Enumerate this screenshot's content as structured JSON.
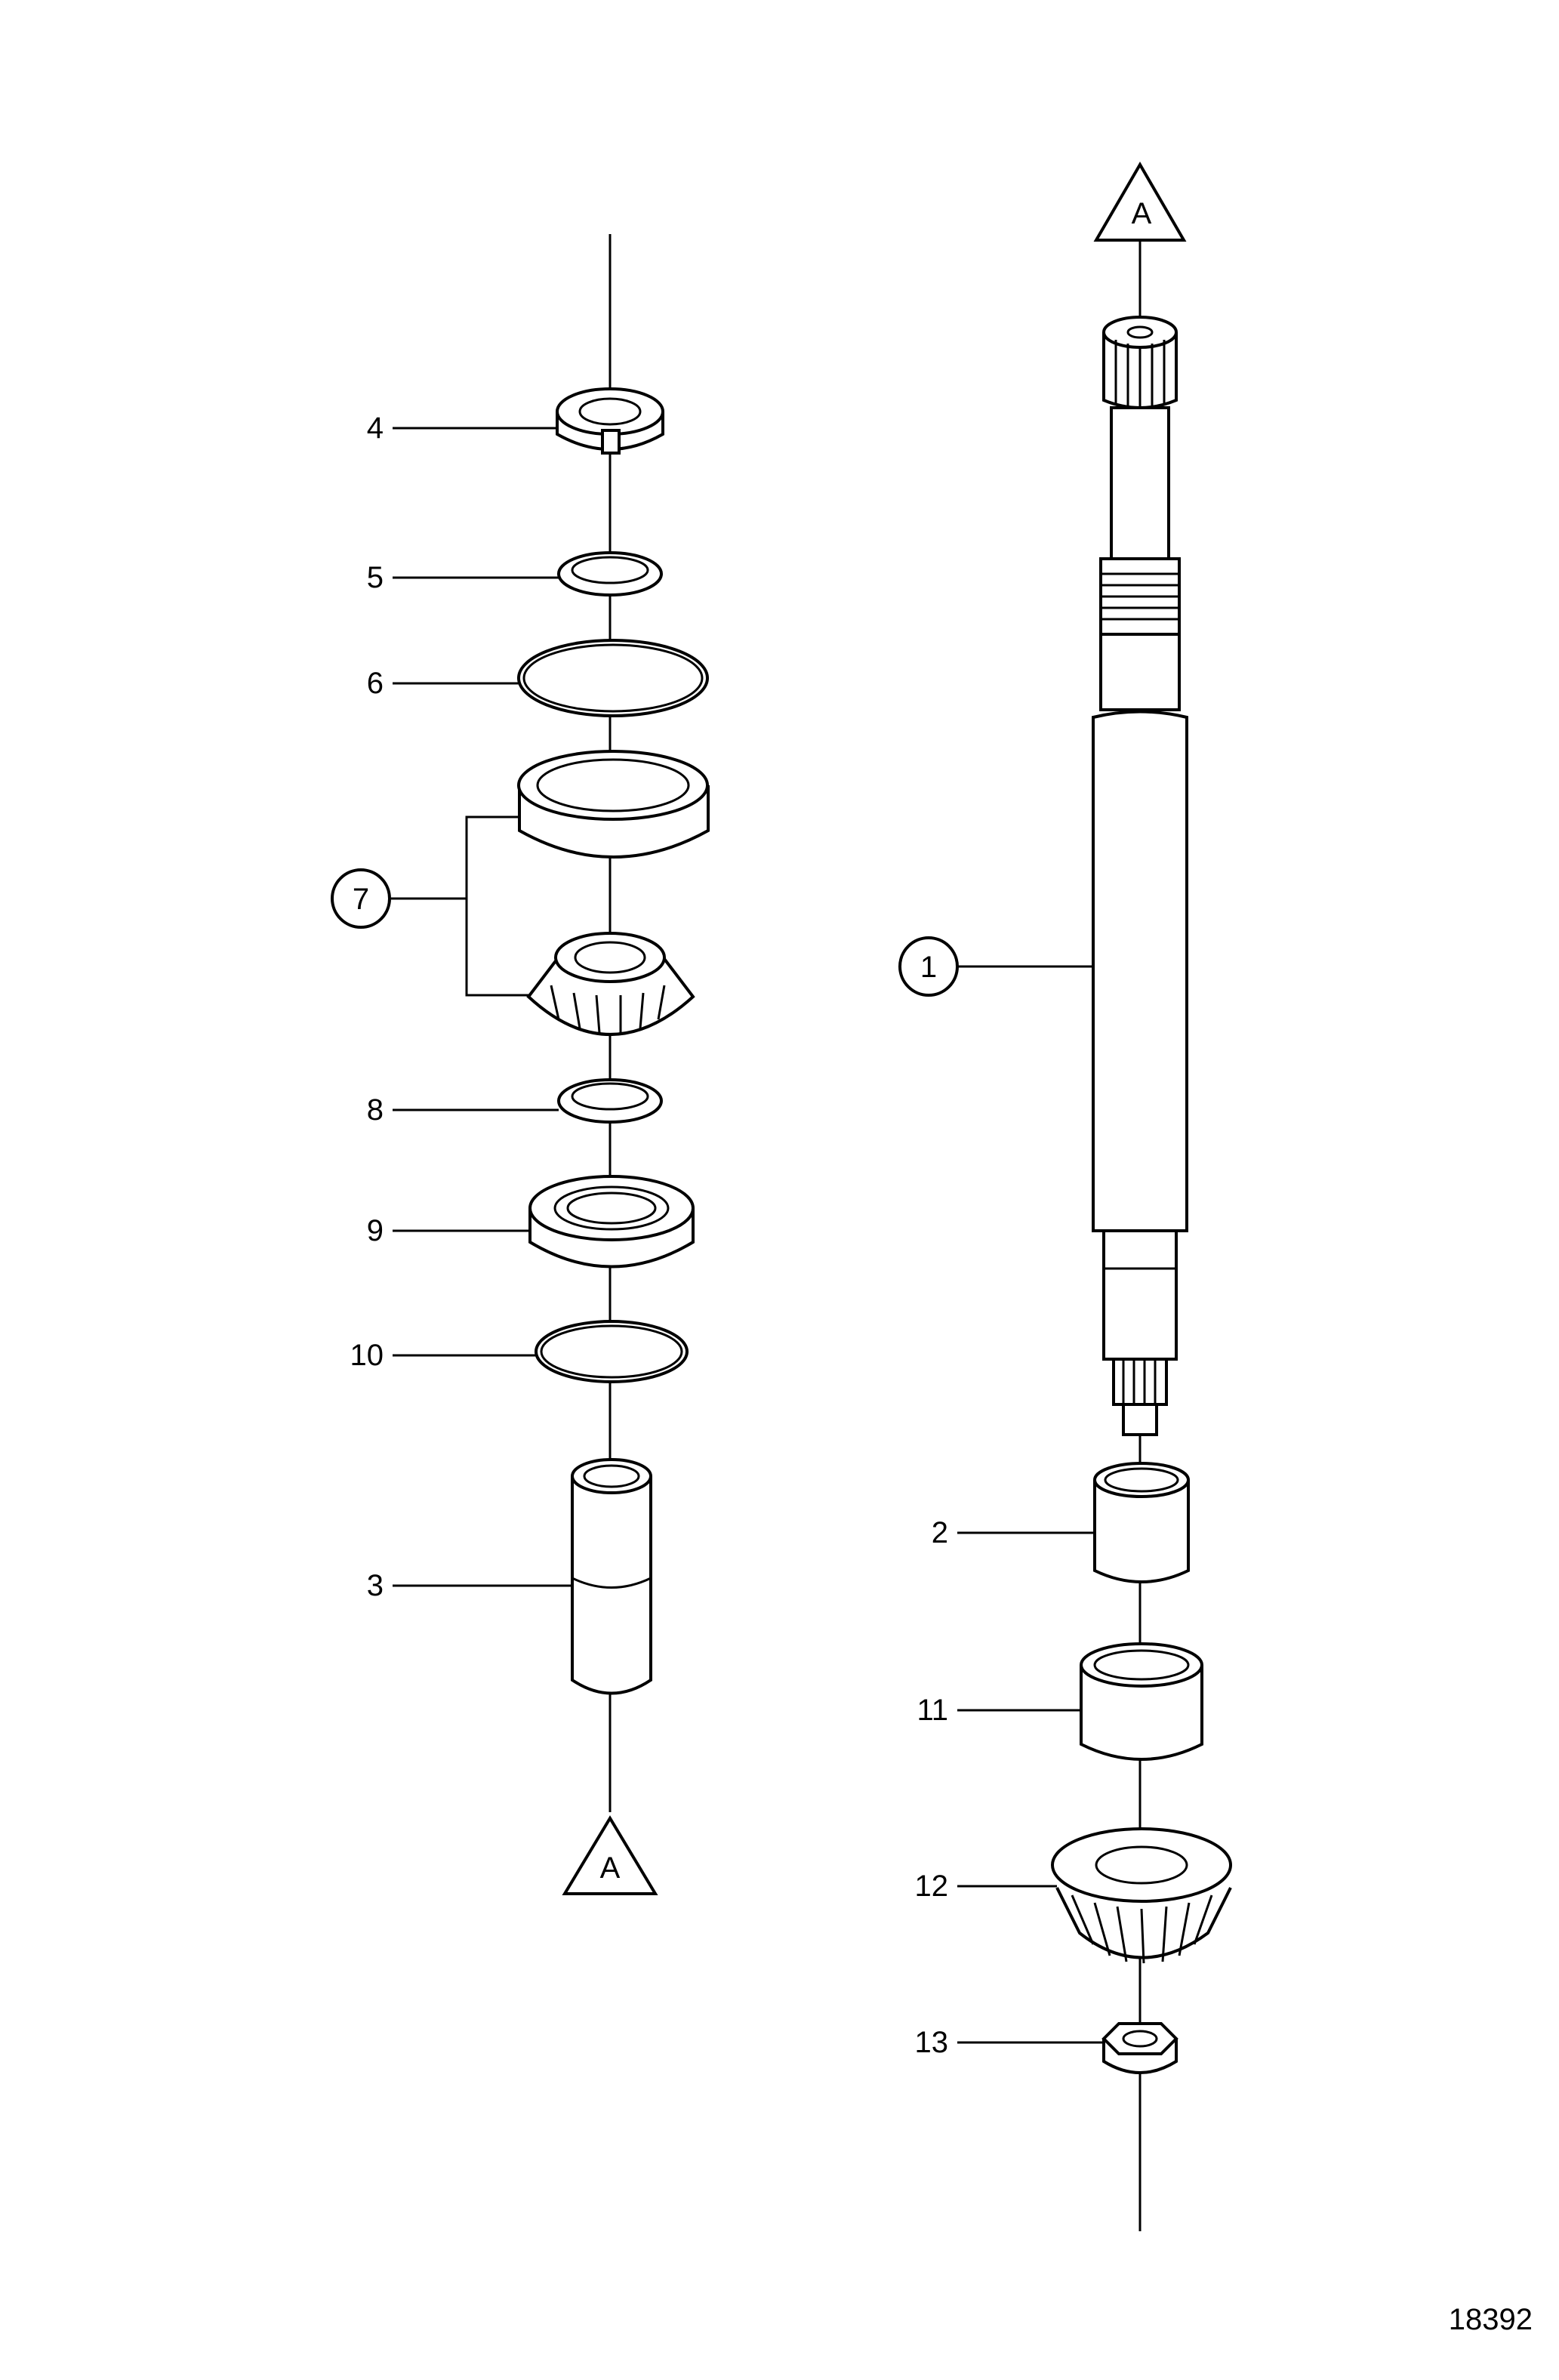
{
  "figure_number": "18392",
  "connector_label": "A",
  "callouts": [
    {
      "id": "c1",
      "label": "1",
      "circled": true
    },
    {
      "id": "c2",
      "label": "2",
      "circled": false
    },
    {
      "id": "c3",
      "label": "3",
      "circled": false
    },
    {
      "id": "c4",
      "label": "4",
      "circled": false
    },
    {
      "id": "c5",
      "label": "5",
      "circled": false
    },
    {
      "id": "c6",
      "label": "6",
      "circled": false
    },
    {
      "id": "c7",
      "label": "7",
      "circled": true
    },
    {
      "id": "c8",
      "label": "8",
      "circled": false
    },
    {
      "id": "c9",
      "label": "9",
      "circled": false
    },
    {
      "id": "c10",
      "label": "10",
      "circled": false
    },
    {
      "id": "c11",
      "label": "11",
      "circled": false
    },
    {
      "id": "c12",
      "label": "12",
      "circled": false
    },
    {
      "id": "c13",
      "label": "13",
      "circled": false
    }
  ]
}
